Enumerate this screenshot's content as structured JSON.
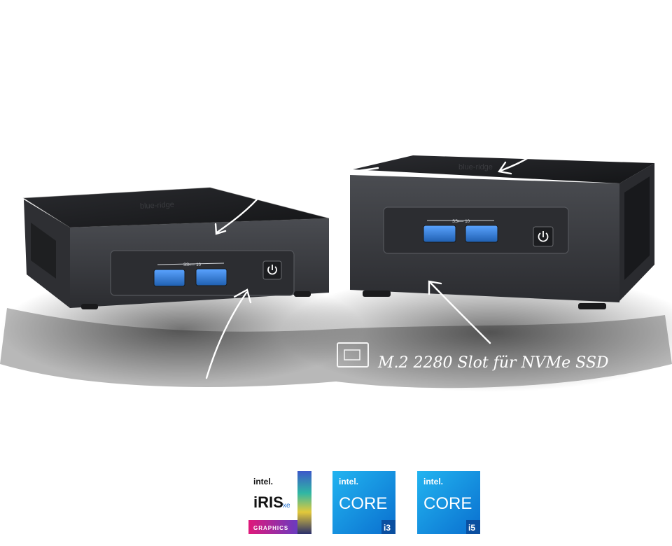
{
  "annotations": {
    "ssd_slot_label": "M.2 2280 Slot für NVMe SSD",
    "usb_port_mark_left": "SS⟵ 10",
    "usb_port_mark_right": "SS⟵ 10",
    "brand_emboss": "blue-ridge"
  },
  "badges": [
    {
      "brand": "intel.",
      "product": "iRIS",
      "suffix": "xe",
      "tagline": "GRAPHICS"
    },
    {
      "brand": "intel.",
      "product": "CORE",
      "tier": "i3"
    },
    {
      "brand": "intel.",
      "product": "CORE",
      "tier": "i5"
    }
  ],
  "colors": {
    "chassis": "#3a3c40",
    "chassis_top": "#1e1f22",
    "usb_blue": "#2f7fd6",
    "intel_blue": "#0a6fcf",
    "iris_gradient_top": "#6b4bbf",
    "iris_gradient_bottom": "#d8196a"
  }
}
